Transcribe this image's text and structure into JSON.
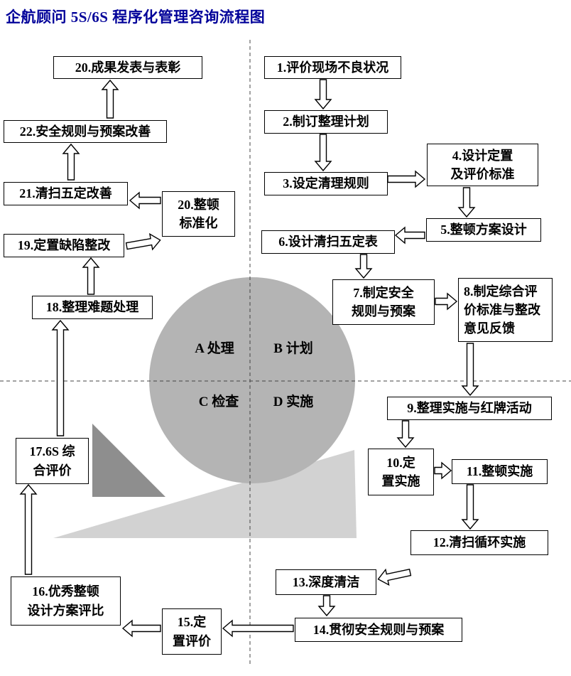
{
  "title": "企航顾问 5S/6S 程序化管理咨询流程图",
  "pdca": {
    "a": "A 处理",
    "b": "B 计划",
    "c": "C 检查",
    "d": "D 实施"
  },
  "steps": {
    "s1": "1.评价现场不良状况",
    "s2": "2.制订整理计划",
    "s3": "3.设定清理规则",
    "s4": "4.设计定置\n及评价标准",
    "s5": "5.整顿方案设计",
    "s6": "6.设计清扫五定表",
    "s7": "7.制定安全\n规则与预案",
    "s8": "8.制定综合评\n价标准与整改\n意见反馈",
    "s9": "9.整理实施与红牌活动",
    "s10": "10.定\n置实施",
    "s11": "11.整顿实施",
    "s12": "12.清扫循环实施",
    "s13": "13.深度清洁",
    "s14": "14.贯彻安全规则与预案",
    "s15": "15.定\n置评价",
    "s16": "16.优秀整顿\n设计方案评比",
    "s17": "17.6S 综\n合评价",
    "s18": "18.整理难题处理",
    "s19": "19.定置缺陷整改",
    "s20": "20.整顿\n标准化",
    "s21": "21.清扫五定改善",
    "s22": "22.安全规则与预案改善",
    "s23": "20.成果发表与表彰"
  },
  "colors": {
    "title_blue": "#000099",
    "circle_gray": "#b4b4b4",
    "triangle_light": "#d2d2d2",
    "triangle_dark": "#8e8e8e"
  }
}
